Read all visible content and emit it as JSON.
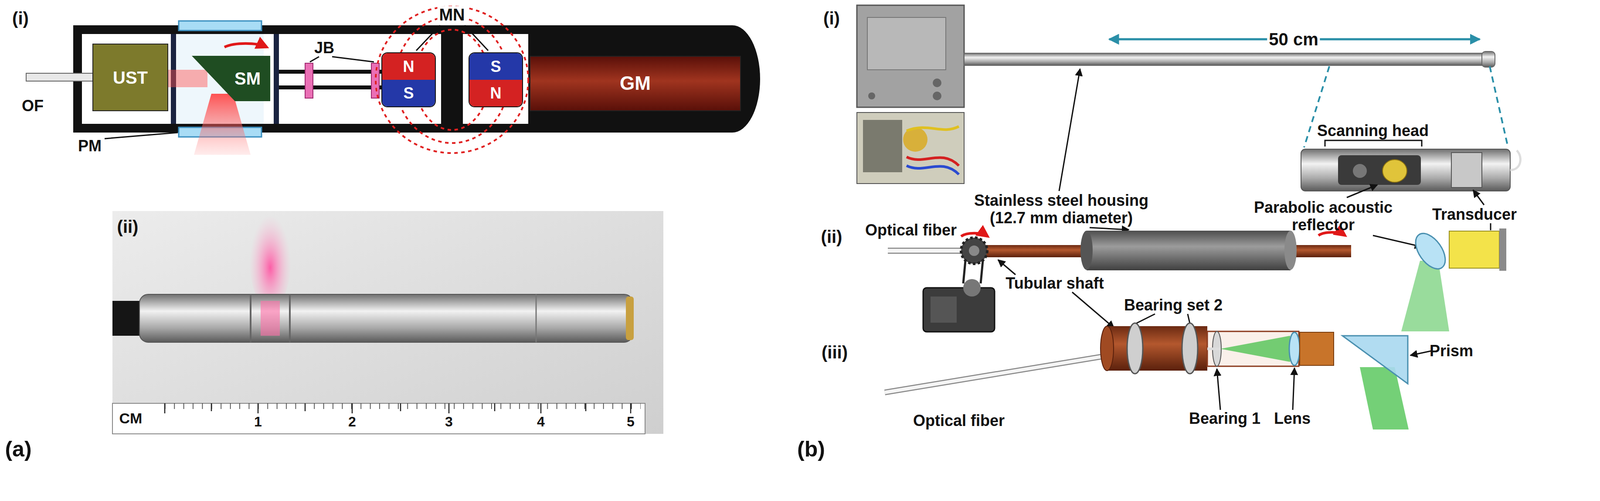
{
  "diagram": {
    "nodes": [
      {
        "text": [
          "UST"
        ]
      },
      {
        "text": [
          "SM"
        ]
      },
      {
        "text": [
          "N",
          "S"
        ]
      },
      {
        "text": [
          "S",
          "N"
        ]
      },
      {
        "text": [
          "GM"
        ]
      }
    ],
    "labels": [
      "(i)",
      "OF",
      "PM",
      "JB",
      "MN",
      "(ii)",
      "CM",
      "1",
      "2",
      "3",
      "4",
      "5",
      "(a)",
      "(i)",
      "50 cm",
      "Stainless steel housing (12.7 mm diameter)",
      "Scanning head",
      "Parabolic acoustic reflector",
      "Transducer",
      "(ii)",
      "Optical fiber",
      "Tubular shaft",
      "Bearing set 2",
      "(iii)",
      "Optical fiber",
      "Bearing 1",
      "Lens",
      "Prism",
      "(b)"
    ]
  }
}
